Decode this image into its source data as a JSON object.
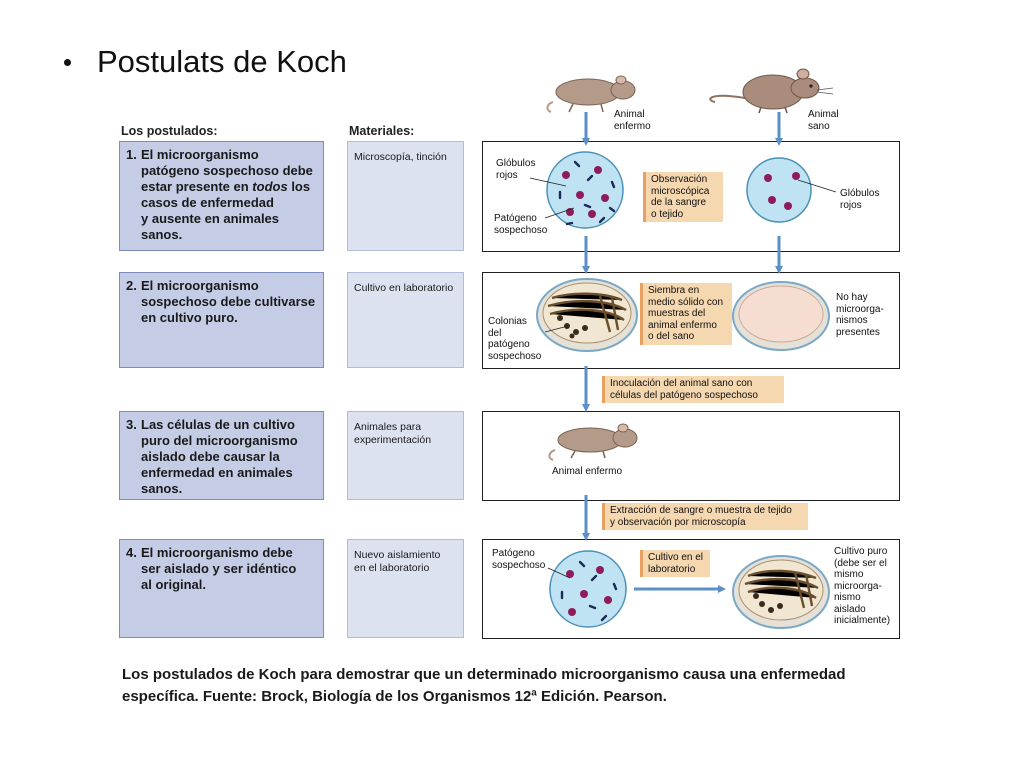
{
  "slide": {
    "title": "Postulats de Koch"
  },
  "headers": {
    "postulates": "Los postulados:",
    "materials": "Materiales:"
  },
  "postulates": [
    {
      "num": "1.",
      "lines": [
        "El microorganismo",
        "patógeno sospechoso debe",
        "estar presente en",
        "todos",
        "los",
        "casos de enfermedad",
        "y ausente en animales",
        "sanos."
      ]
    },
    {
      "num": "2.",
      "lines": [
        "El microorganismo",
        "sospechoso debe cultivarse",
        "en cultivo puro."
      ]
    },
    {
      "num": "3.",
      "lines": [
        "Las células de un cultivo",
        "puro del microorganismo",
        "aislado debe causar la",
        "enfermedad en animales",
        "sanos."
      ]
    },
    {
      "num": "4.",
      "lines": [
        "El microorganismo debe",
        "ser aislado y ser idéntico",
        "al original."
      ]
    }
  ],
  "materials": [
    [
      "Microscopía, tinción"
    ],
    [
      "Cultivo en laboratorio"
    ],
    [
      "Animales para",
      "experimentación"
    ],
    [
      "Nuevo aislamiento",
      "en el laboratorio"
    ]
  ],
  "labels": {
    "animal_enfermo_top": [
      "Animal",
      "enfermo"
    ],
    "animal_sano_top": [
      "Animal",
      "sano"
    ],
    "globulos_rojos_left": [
      "Glóbulos",
      "rojos"
    ],
    "patogeno_sospechoso_1": [
      "Patógeno",
      "sospechoso"
    ],
    "globulos_rojos_right": [
      "Glóbulos",
      "rojos"
    ],
    "colonias": [
      "Colonias",
      "del",
      "patógeno",
      "sospechoso"
    ],
    "no_hay": [
      "No hay",
      "microorga-",
      "nismos",
      "presentes"
    ],
    "animal_enfermo_mid": "Animal enfermo",
    "patogeno_sospechoso_4": [
      "Patógeno",
      "sospechoso"
    ],
    "cultivo_puro": [
      "Cultivo puro",
      "(debe ser el",
      "mismo",
      "microorga-",
      "nismo",
      "aislado",
      "inicialmente)"
    ]
  },
  "callouts": {
    "observacion": [
      "Observación",
      "microscópica",
      "de la sangre",
      "o tejido"
    ],
    "siembra": [
      "Siembra en",
      "medio sólido con",
      "muestras del",
      "animal enfermo",
      "o del sano"
    ],
    "inoculacion": [
      "Inoculación del animal sano con",
      "células del patógeno sospechoso"
    ],
    "extraccion": [
      "Extracción de sangre o muestra de tejido",
      "y observación por microscopía"
    ],
    "cultivo_lab": [
      "Cultivo en el",
      "laboratorio"
    ]
  },
  "caption": "Los postulados de Koch para demostrar que un determinado microorganismo causa una enfermedad específica.  Fuente: Brock, Biología de los Organismos 12ª Edición. Pearson.",
  "colors": {
    "postulate_fill": "#c5cde6",
    "material_fill": "#dde2f1",
    "callout_fill": "#f5d7b0",
    "arrow": "#5b8fc7",
    "cell_fill": "#bfe3f2",
    "red_cell": "#8e1c5a",
    "mouse": "#b49a88"
  }
}
